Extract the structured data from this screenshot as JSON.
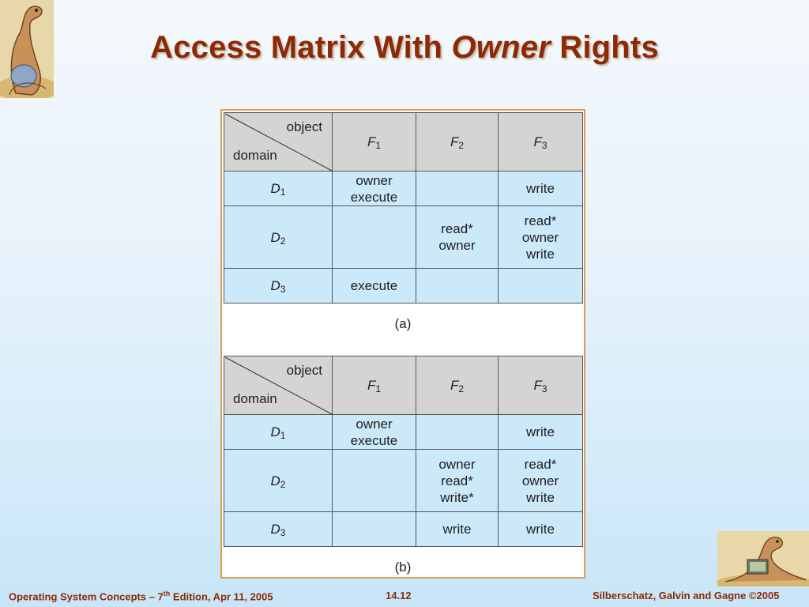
{
  "title": {
    "part1": "Access Matrix With ",
    "italic": "Owner",
    "part2": " Rights"
  },
  "matrices": [
    {
      "corner": {
        "object": "object",
        "domain": "domain"
      },
      "columns": [
        {
          "letter": "F",
          "sub": "1"
        },
        {
          "letter": "F",
          "sub": "2"
        },
        {
          "letter": "F",
          "sub": "3"
        }
      ],
      "rows": [
        {
          "letter": "D",
          "sub": "1",
          "cells": [
            [
              "owner",
              "execute"
            ],
            [],
            [
              "write"
            ]
          ]
        },
        {
          "letter": "D",
          "sub": "2",
          "cells": [
            [],
            [
              "read*",
              "owner"
            ],
            [
              "read*",
              "owner",
              "write"
            ]
          ]
        },
        {
          "letter": "D",
          "sub": "3",
          "cells": [
            [
              "execute"
            ],
            [],
            []
          ]
        }
      ],
      "caption": "(a)"
    },
    {
      "corner": {
        "object": "object",
        "domain": "domain"
      },
      "columns": [
        {
          "letter": "F",
          "sub": "1"
        },
        {
          "letter": "F",
          "sub": "2"
        },
        {
          "letter": "F",
          "sub": "3"
        }
      ],
      "rows": [
        {
          "letter": "D",
          "sub": "1",
          "cells": [
            [
              "owner",
              "execute"
            ],
            [],
            [
              "write"
            ]
          ]
        },
        {
          "letter": "D",
          "sub": "2",
          "cells": [
            [],
            [
              "owner",
              "read*",
              "write*"
            ],
            [
              "read*",
              "owner",
              "write"
            ]
          ]
        },
        {
          "letter": "D",
          "sub": "3",
          "cells": [
            [],
            [
              "write"
            ],
            [
              "write"
            ]
          ]
        }
      ],
      "caption": "(b)"
    }
  ],
  "footer": {
    "left_pre": "Operating System Concepts – 7",
    "left_sup": "th",
    "left_post": " Edition, Apr 11, 2005",
    "center": "14.12",
    "right": "Silberschatz, Galvin and Gagne ©2005"
  }
}
